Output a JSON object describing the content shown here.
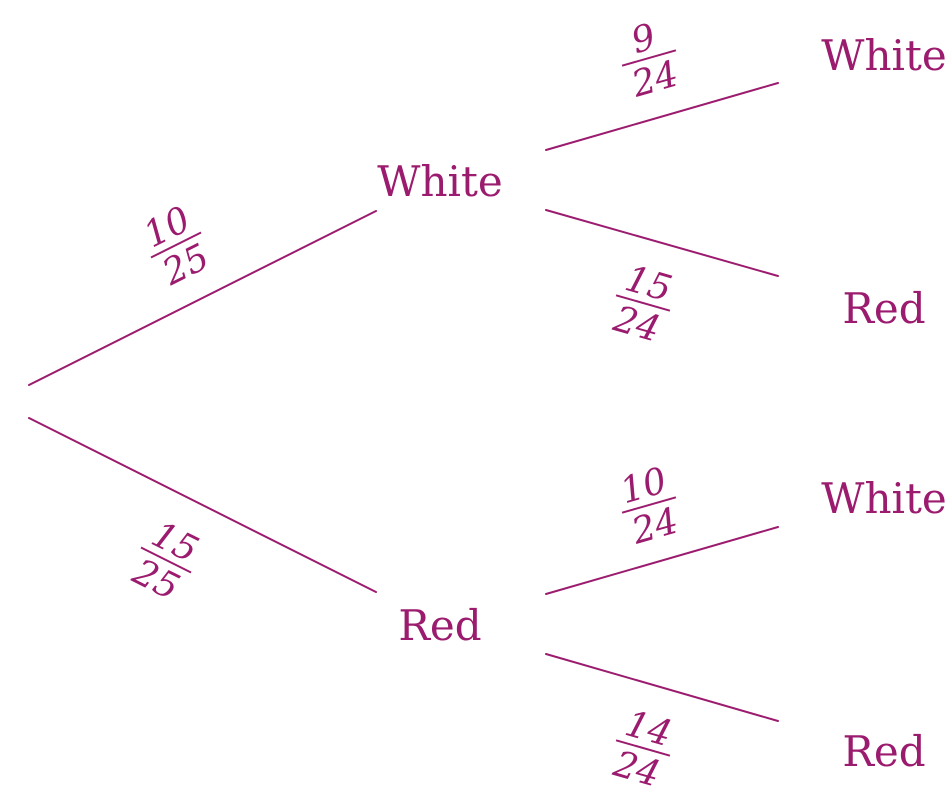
{
  "colors": {
    "ink": "#9b1b6e"
  },
  "nodes": {
    "first_white": "White",
    "first_red": "Red",
    "white_then_white": "White",
    "white_then_red": "Red",
    "red_then_white": "White",
    "red_then_red": "Red"
  },
  "probabilities": {
    "first_white": {
      "numerator": "10",
      "denominator": "25"
    },
    "first_red": {
      "numerator": "15",
      "denominator": "25"
    },
    "white_then_white": {
      "numerator": "9",
      "denominator": "24"
    },
    "white_then_red": {
      "numerator": "15",
      "denominator": "24"
    },
    "red_then_white": {
      "numerator": "10",
      "denominator": "24"
    },
    "red_then_red": {
      "numerator": "14",
      "denominator": "24"
    }
  }
}
